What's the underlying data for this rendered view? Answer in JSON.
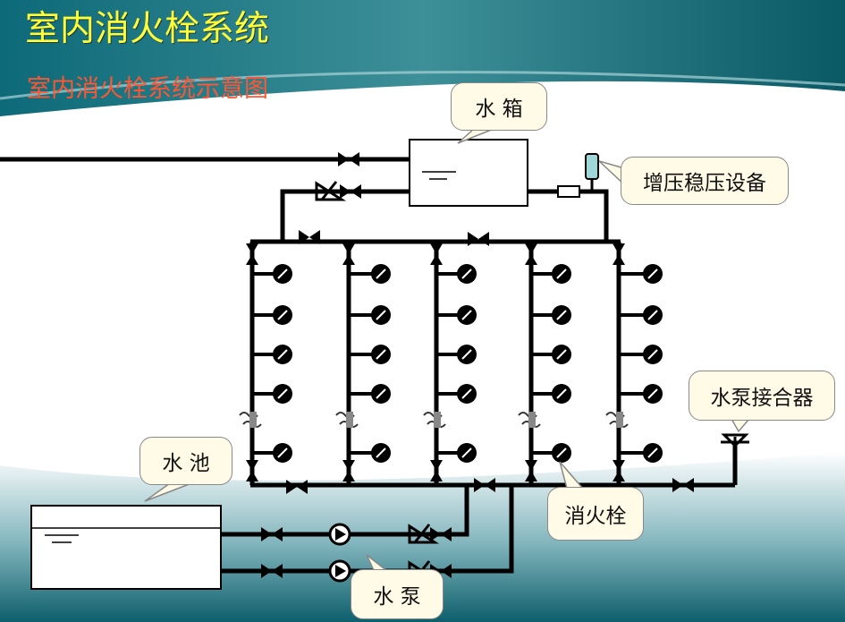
{
  "slide": {
    "title": "室内消火栓系统",
    "subtitle": "室内消火栓系统示意图"
  },
  "labels": {
    "water_tank": "水  箱",
    "booster": "增压稳压设备",
    "pump_adapter": "水泵接合器",
    "pool": "水  池",
    "hydrant": "消火栓",
    "pump": "水  泵"
  },
  "colors": {
    "title": "#ffff33",
    "subtitle": "#ff5533",
    "pipe": "#000000",
    "callout_fill": "#fffbe6"
  }
}
